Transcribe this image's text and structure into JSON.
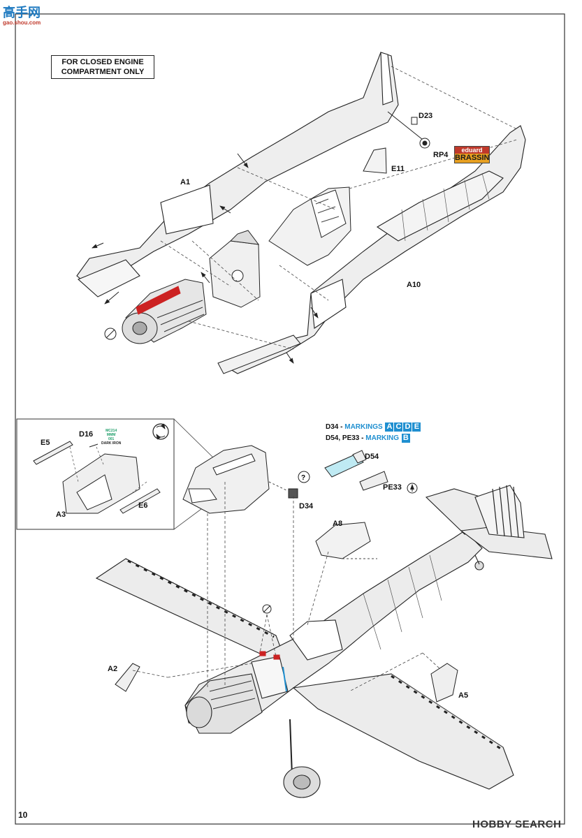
{
  "watermark": {
    "site_cn": "高手网",
    "site_url": "gao.shou.com",
    "bottom_brand": "HOBBY SEARCH"
  },
  "note_box": {
    "line1": "FOR CLOSED ENGINE",
    "line2": "COMPARTMENT ONLY"
  },
  "brassin": {
    "line1": "eduard",
    "line2": "BRASSIN"
  },
  "paint_ref": {
    "code1": "MC214",
    "code2": "MMM",
    "code3": "001",
    "name": "DARK IRON"
  },
  "markings": {
    "row1_parts": "D34 -",
    "row1_label": "MARKINGS",
    "row1_boxes": [
      "A",
      "C",
      "D",
      "E"
    ],
    "row2_parts": "D54, PE33 -",
    "row2_label": "MARKING",
    "row2_boxes": [
      "B"
    ]
  },
  "callouts": {
    "d23": "D23",
    "rp4": "RP4",
    "e11": "E11",
    "a1": "A1",
    "a10": "A10",
    "e5": "E5",
    "d16": "D16",
    "a3": "A3",
    "e6": "E6",
    "d34": "D34",
    "d54": "D54",
    "pe33": "PE33",
    "a8": "A8",
    "a2": "A2",
    "a5": "A5"
  },
  "page_number": "10",
  "colors": {
    "line": "#222222",
    "fill": "#ededed",
    "accent_blue": "#1f8fd0",
    "accent_red": "#cc2222",
    "paint_green": "#1f9e6a"
  }
}
